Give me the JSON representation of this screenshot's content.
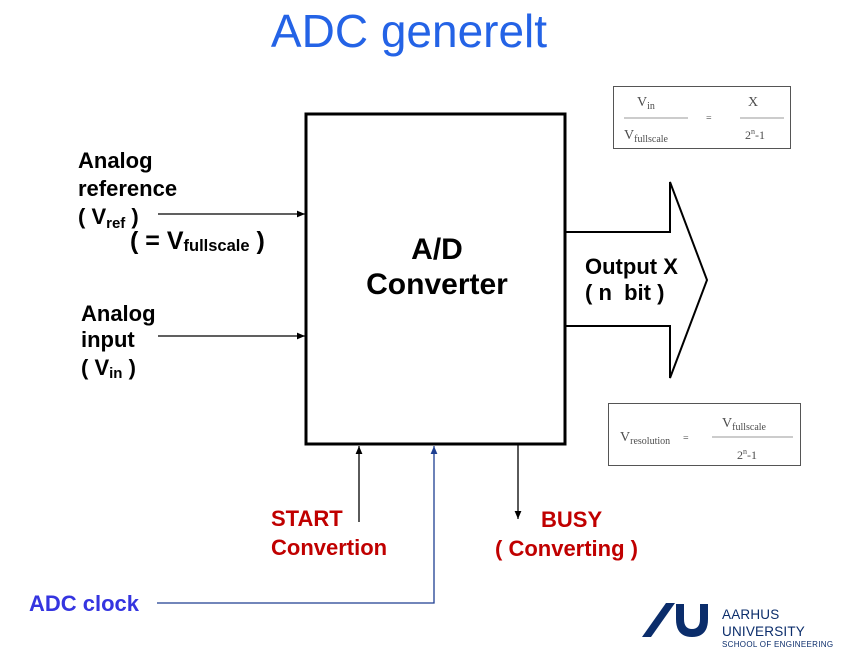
{
  "title": "ADC generelt",
  "converter": {
    "line1": "A/D",
    "line2": "Converter"
  },
  "reference": {
    "line1": "Analog",
    "line2": "reference",
    "symbol_open": "( V",
    "symbol_sub": "ref",
    "symbol_close": " )",
    "fullscale_open": "( = V",
    "fullscale_sub": "fullscale",
    "fullscale_close": " )"
  },
  "input": {
    "line1": "Analog",
    "line2": "input",
    "symbol_open": "( V",
    "symbol_sub": "in",
    "symbol_close": " )"
  },
  "output": {
    "line1": "Output X",
    "line2": "( n  bit )"
  },
  "start": {
    "line1": "START",
    "line2": "Convertion"
  },
  "busy": {
    "line1": "BUSY",
    "line2": "( Converting )"
  },
  "clock": {
    "label": "ADC clock"
  },
  "formula_ratio": {
    "left_num": {
      "base": "V",
      "sub": "in"
    },
    "left_den": {
      "base": "V",
      "sub": "fullscale"
    },
    "equals": "=",
    "right_num": "X",
    "right_den": {
      "base": "2",
      "sup": "n",
      "rest": "-1"
    }
  },
  "formula_resolution": {
    "lhs": {
      "base": "V",
      "sub": "resolution"
    },
    "equals": "=",
    "num": {
      "base": "V",
      "sub": "fullscale"
    },
    "den": {
      "base": "2",
      "sup": "n",
      "rest": "-1"
    }
  },
  "logo": {
    "line1": "AARHUS",
    "line2": "UNIVERSITY",
    "line3": "SCHOOL OF ENGINEERING"
  },
  "colors": {
    "title": "#2463e6",
    "signal_red": "#c00000",
    "clock_label": "#3535e0",
    "clock_line": "#1e3f91",
    "logo": "#0b2d6b"
  }
}
